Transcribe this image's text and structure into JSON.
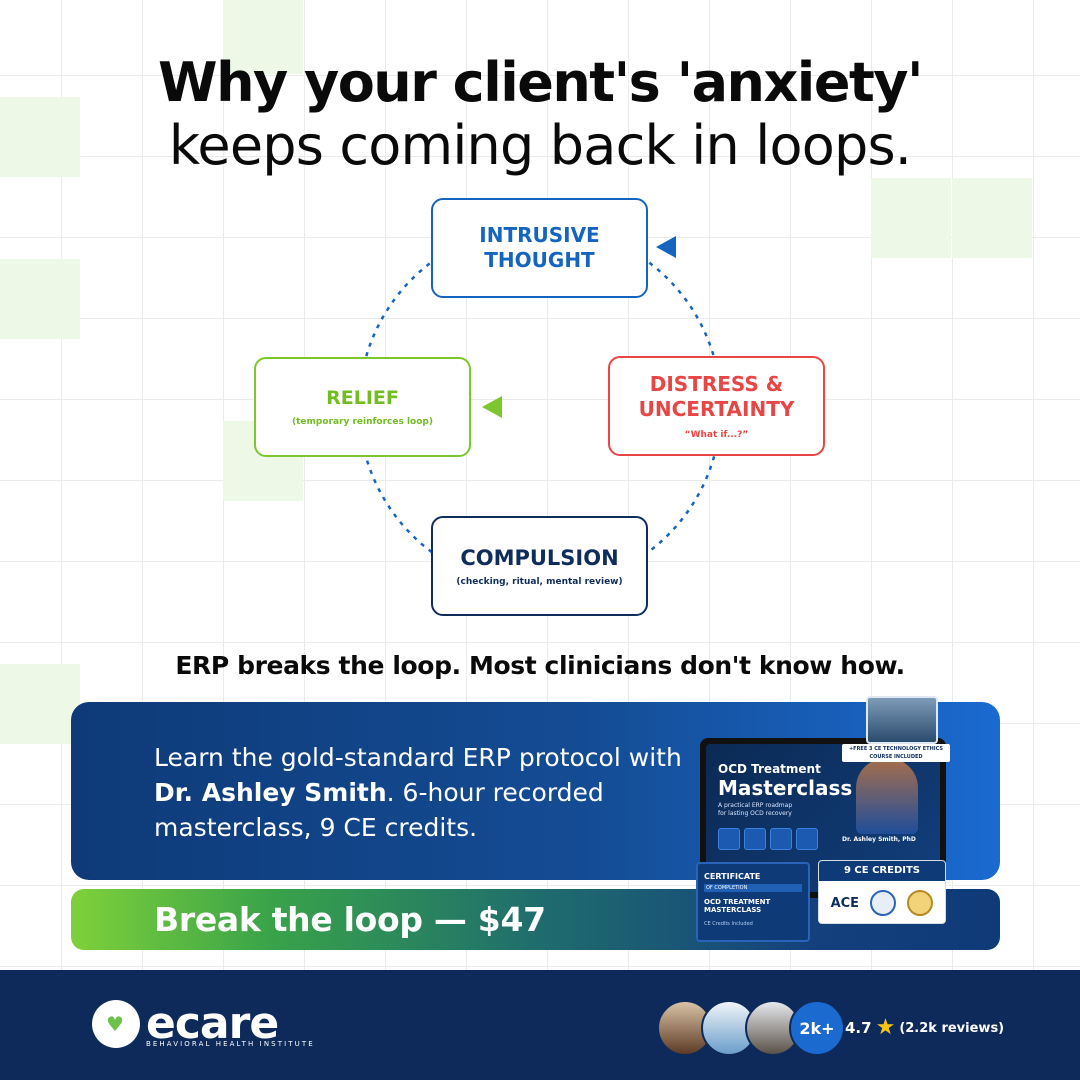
{
  "headline": {
    "line1": "Why your client's 'anxiety'",
    "line2": "keeps coming back in loops."
  },
  "cycle": {
    "intrusive": {
      "title1": "INTRUSIVE",
      "title2": "THOUGHT"
    },
    "distress": {
      "title1": "DISTRESS &",
      "title2": "UNCERTAINTY",
      "sub": "“What if...?”"
    },
    "compulsion": {
      "title": "COMPULSION",
      "sub": "(checking, ritual, mental review)"
    },
    "relief": {
      "title": "RELIEF",
      "sub": "(temporary reinforces loop)"
    }
  },
  "subhead": "ERP breaks the loop. Most clinicians don't know how.",
  "promo": {
    "text_pre": "Learn the gold-standard ERP protocol with ",
    "doctor": "Dr. Ashley Smith",
    "text_post": ". 6-hour recorded masterclass, 9 CE credits."
  },
  "cta": {
    "label": "Break the loop — $47"
  },
  "product": {
    "title_small": "OCD Treatment",
    "title_big": "Masterclass",
    "subtitle": "A practical ERP roadmap for lasting OCD recovery",
    "doctor": "Dr. Ashley Smith, PhD",
    "ethics": "+FREE 3 CE TECHNOLOGY ETHICS COURSE INCLUDED",
    "cert_title": "CERTIFICATE",
    "cert_of": "OF COMPLETION",
    "cert_course": "OCD TREATMENT MASTERCLASS",
    "cert_note": "CE Credits Included",
    "badge_title": "9 CE CREDITS",
    "badge_ace": "ACE"
  },
  "footer": {
    "brand": "ecare",
    "tagline": "BEHAVIORAL HEALTH INSTITUTE",
    "count": "2k+",
    "rating": "4.7",
    "reviews": "(2.2k reviews)"
  },
  "colors": {
    "blue": "#1565c0",
    "red": "#e84545",
    "navy": "#0f2d5c",
    "green": "#7cc62e",
    "footer": "#0e2a5a"
  }
}
